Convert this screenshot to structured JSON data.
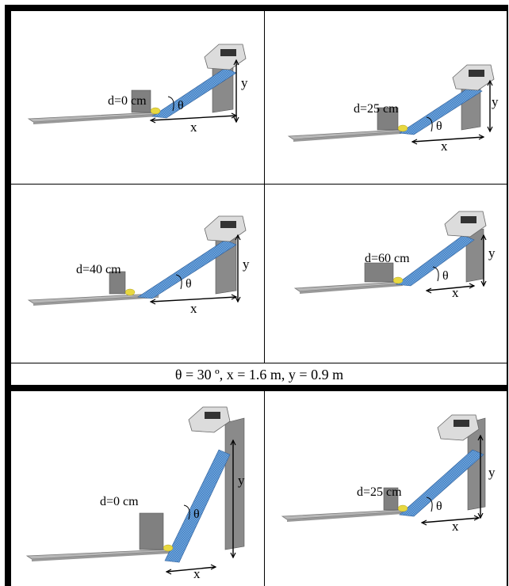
{
  "panels": [
    {
      "d_label": "d=0 cm",
      "theta": "θ",
      "x": "x",
      "y": "y"
    },
    {
      "d_label": "d=25 cm",
      "theta": "θ",
      "x": "x",
      "y": "y"
    },
    {
      "d_label": "d=40 cm",
      "theta": "θ",
      "x": "x",
      "y": "y"
    },
    {
      "d_label": "d=60 cm",
      "theta": "θ",
      "x": "x",
      "y": "y"
    },
    {
      "d_label": "d=0 cm",
      "theta": "θ",
      "x": "x",
      "y": "y"
    },
    {
      "d_label": "d=25 cm",
      "theta": "θ",
      "x": "x",
      "y": "y"
    }
  ],
  "caption": "θ = 30 º, x = 1.6 m,  y = 0.9 m",
  "colors": {
    "ramp": "#4a86c8",
    "gate": "#808080",
    "floor": "#b8b8b8",
    "sand": "#e8d840"
  }
}
